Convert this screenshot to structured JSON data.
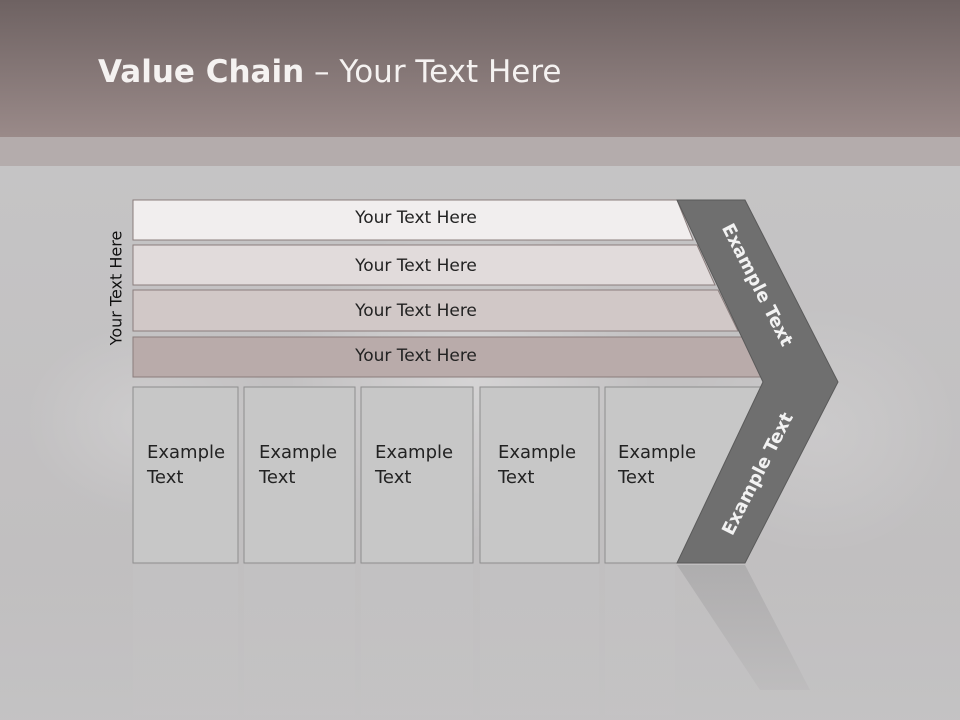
{
  "title": {
    "bold": "Value Chain",
    "rest": " – Your Text Here"
  },
  "side_label": "Your Text Here",
  "rows": [
    {
      "label": "Your Text Here",
      "fill": "#f1eeee"
    },
    {
      "label": "Your Text Here",
      "fill": "#e1dbdb"
    },
    {
      "label": "Your Text Here",
      "fill": "#d1c8c7"
    },
    {
      "label": "Your Text Here",
      "fill": "#b9abaa"
    }
  ],
  "columns": [
    {
      "line1": "Example",
      "line2": "Text"
    },
    {
      "line1": "Example",
      "line2": "Text"
    },
    {
      "line1": "Example",
      "line2": "Text"
    },
    {
      "line1": "Example",
      "line2": "Text"
    },
    {
      "line1": "Example",
      "line2": "Text"
    }
  ],
  "arrow": {
    "upper_label": "Example Text",
    "lower_label": "Example Text",
    "fill": "#6f6f6f"
  },
  "colors": {
    "header_top": "#6e6262",
    "header_bottom": "#9a8a89",
    "column_fill": "#c7c7c7"
  }
}
